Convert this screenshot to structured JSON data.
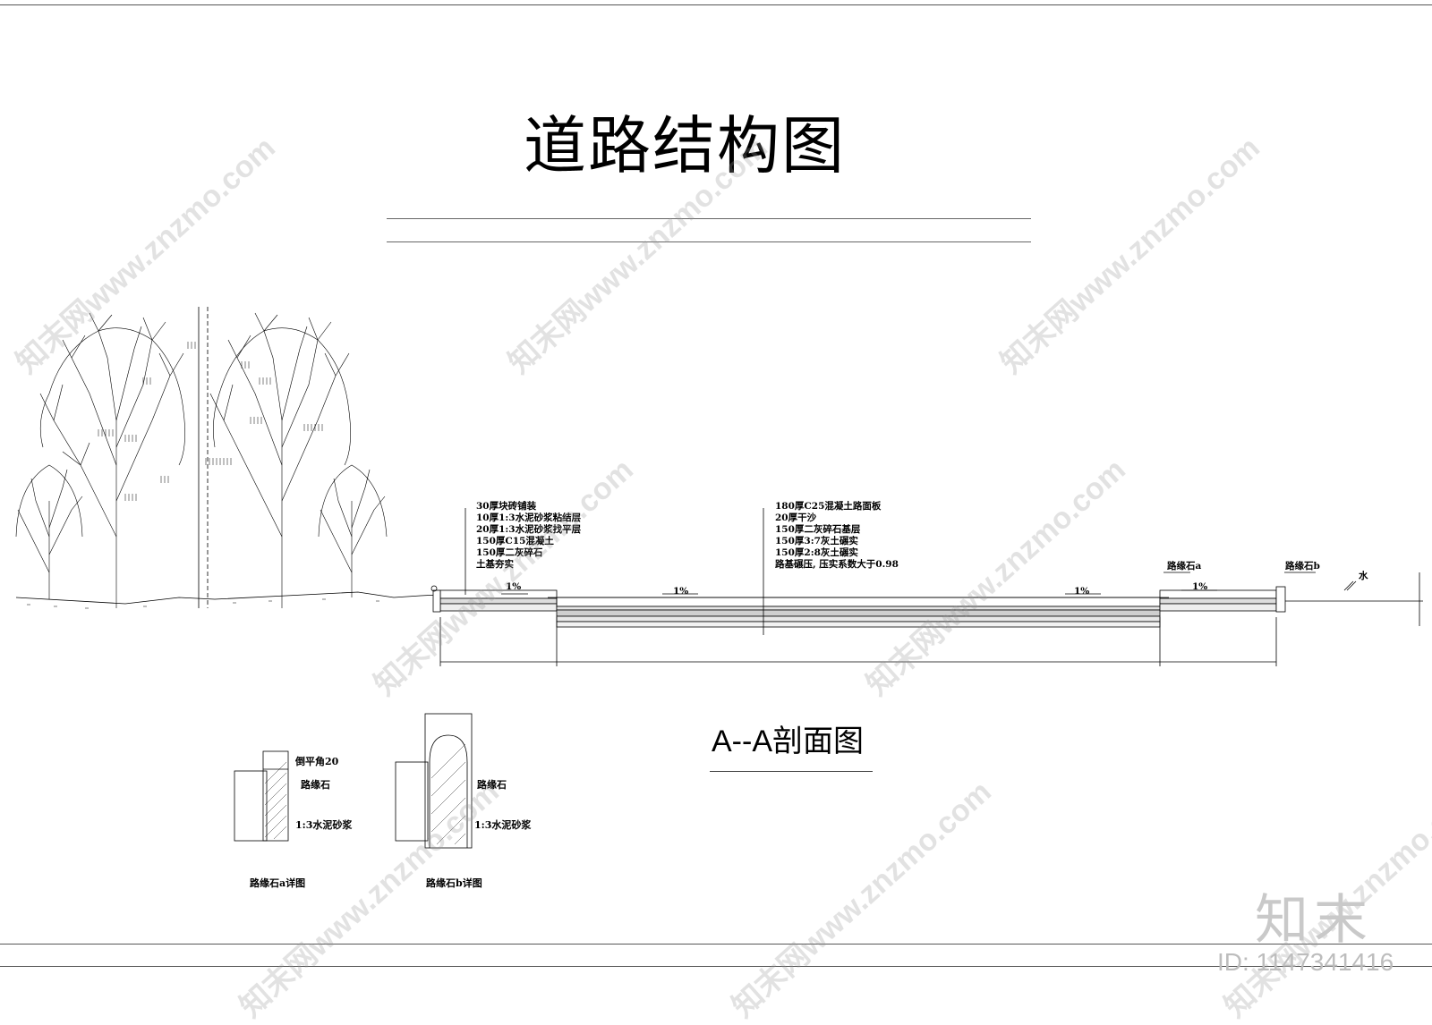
{
  "drawing": {
    "title": "道路结构图",
    "section_title": "A--A剖面图"
  },
  "left_layers": [
    "30厚块砖铺装",
    "10厚1:3水泥砂浆粘结层",
    "20厚1:3水泥砂浆找平层",
    "150厚C15混凝土",
    "150厚二灰碎石",
    "土基夯实"
  ],
  "center_layers": [
    "180厚C25混凝土路面板",
    "20厚干沙",
    "150厚二灰碎石基层",
    "150厚3:7灰土碾实",
    "150厚2:8灰土碾实",
    "路基碾压, 压实系数大于0.98"
  ],
  "labels": {
    "curb_a": "路缘石a",
    "curb_b": "路缘石b",
    "water": "水",
    "slope": "1%"
  },
  "detail_a": {
    "chamfer": "倒平角20",
    "curb": "路缘石",
    "mortar": "1:3水泥砂浆",
    "caption": "路缘石a详图"
  },
  "detail_b": {
    "curb": "路缘石",
    "mortar": "1:3水泥砂浆",
    "caption": "路缘石b详图"
  },
  "watermark": {
    "text": "知末网www.znzmo.com",
    "logo": "知末",
    "id": "ID: 1147341416"
  }
}
